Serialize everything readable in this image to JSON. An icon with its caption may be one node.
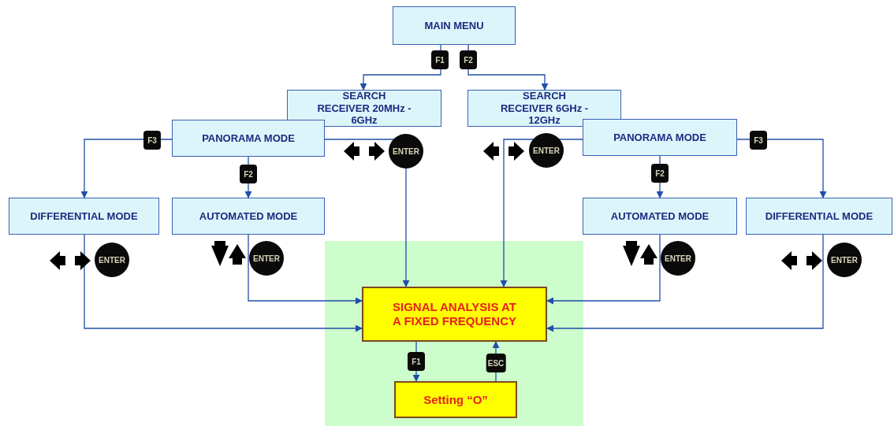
{
  "diagram": {
    "nodes": [
      {
        "text": [
          "MAIN MENU"
        ]
      },
      {
        "text": [
          "SEARCH RECEIVER 20MHz - 6GHz"
        ]
      },
      {
        "text": [
          "SEARCH RECEIVER 6GHz - 12GHz"
        ]
      },
      {
        "text": [
          "PANORAMA MODE"
        ]
      },
      {
        "text": [
          "PANORAMA MODE"
        ]
      },
      {
        "text": [
          "DIFFERENTIAL MODE"
        ]
      },
      {
        "text": [
          "AUTOMATED MODE"
        ]
      },
      {
        "text": [
          "AUTOMATED MODE"
        ]
      },
      {
        "text": [
          "DIFFERENTIAL MODE"
        ]
      },
      {
        "text": [],
        "shape": "box"
      },
      {
        "text": [
          "SIGNAL ANALYSIS AT A FIXED FREQUENCY"
        ],
        "in": 9
      },
      {
        "text": [
          "Setting “O”"
        ],
        "in": 9
      }
    ],
    "edges": [
      {
        "from": 0,
        "to": 1,
        "arrow": "to",
        "label": "F1"
      },
      {
        "from": 0,
        "to": 2,
        "arrow": "to",
        "label": "F2"
      },
      {
        "from": 3,
        "to": 5,
        "arrow": "to",
        "label": "F3"
      },
      {
        "from": 3,
        "to": 6,
        "arrow": "to",
        "label": "F2"
      },
      {
        "from": 3,
        "to": 10,
        "arrow": "to",
        "label": "ENTER"
      },
      {
        "from": 4,
        "to": 10,
        "arrow": "to",
        "label": "ENTER"
      },
      {
        "from": 4,
        "to": 7,
        "arrow": "to",
        "label": "F2"
      },
      {
        "from": 4,
        "to": 8,
        "arrow": "to",
        "label": "F3"
      },
      {
        "from": 5,
        "to": 10,
        "arrow": "to",
        "label": "ENTER"
      },
      {
        "from": 6,
        "to": 10,
        "arrow": "to",
        "label": "ENTER"
      },
      {
        "from": 7,
        "to": 10,
        "arrow": "to",
        "label": "ENTER"
      },
      {
        "from": 8,
        "to": 10,
        "arrow": "to",
        "label": "ENTER"
      },
      {
        "from": 10,
        "to": 11,
        "arrow": "to",
        "label": "F1"
      },
      {
        "from": 11,
        "to": 10,
        "arrow": "to",
        "label": "ESC"
      }
    ]
  }
}
